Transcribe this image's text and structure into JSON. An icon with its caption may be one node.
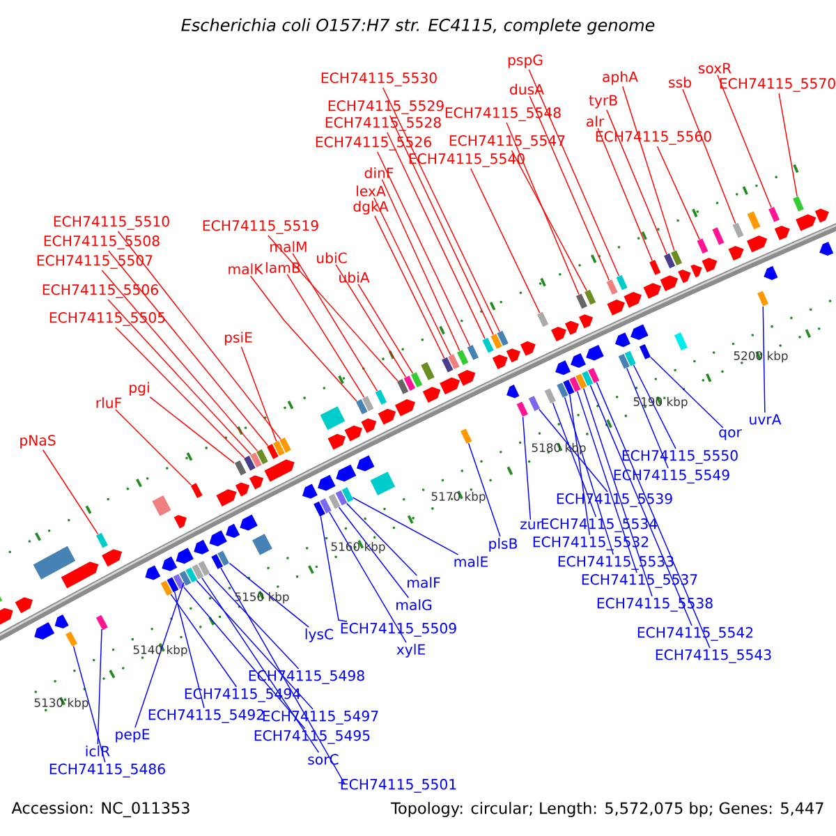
{
  "diagram": {
    "title": "Escherichia coli O157:H7 str. EC4115, complete genome",
    "nodes": [
      {
        "text": [
          "pspG"
        ]
      },
      {
        "text": [
          "soxR"
        ]
      },
      {
        "text": [
          "aphA"
        ]
      },
      {
        "text": [
          "ECH74115_5530"
        ]
      },
      {
        "text": [
          "ssb"
        ]
      },
      {
        "text": [
          "ECH74115_5570"
        ]
      },
      {
        "text": [
          "dusA"
        ]
      },
      {
        "text": [
          "tyrB"
        ]
      },
      {
        "text": [
          "ECH74115_5529"
        ]
      },
      {
        "text": [
          "ECH74115_5548"
        ]
      },
      {
        "text": [
          "alr"
        ]
      },
      {
        "text": [
          "ECH74115_5528"
        ]
      },
      {
        "text": [
          "ECH74115_5560"
        ]
      },
      {
        "text": [
          "ECH74115_5547"
        ]
      },
      {
        "text": [
          "ECH74115_5526"
        ]
      },
      {
        "text": [
          "ECH74115_5540"
        ]
      },
      {
        "text": [
          "dinF"
        ]
      },
      {
        "text": [
          "lexA"
        ]
      },
      {
        "text": [
          "dgkA"
        ]
      },
      {
        "text": [
          "ECH74115_5510"
        ]
      },
      {
        "text": [
          "ECH74115_5519"
        ]
      },
      {
        "text": [
          "ECH74115_5508"
        ]
      },
      {
        "text": [
          "malM"
        ]
      },
      {
        "text": [
          "ubiC"
        ]
      },
      {
        "text": [
          "ECH74115_5507"
        ]
      },
      {
        "text": [
          "malK"
        ]
      },
      {
        "text": [
          "lamB"
        ]
      },
      {
        "text": [
          "ubiA"
        ]
      },
      {
        "text": [
          "ECH74115_5506"
        ]
      },
      {
        "text": [
          "ECH74115_5505"
        ]
      },
      {
        "text": [
          "psiE"
        ]
      },
      {
        "text": [
          "pgi"
        ]
      },
      {
        "text": [
          "rluF"
        ]
      },
      {
        "text": [
          "pNaS"
        ]
      },
      {
        "text": [
          "uvrA"
        ]
      },
      {
        "text": [
          "qor"
        ]
      },
      {
        "text": [
          "ECH74115_5550"
        ]
      },
      {
        "text": [
          "ECH74115_5549"
        ]
      },
      {
        "text": [
          "ECH74115_5539"
        ]
      },
      {
        "text": [
          "zur"
        ]
      },
      {
        "text": [
          "ECH74115_5534"
        ]
      },
      {
        "text": [
          "plsB"
        ]
      },
      {
        "text": [
          "ECH74115_5532"
        ]
      },
      {
        "text": [
          "malE"
        ]
      },
      {
        "text": [
          "ECH74115_5533"
        ]
      },
      {
        "text": [
          "malF"
        ]
      },
      {
        "text": [
          "ECH74115_5537"
        ]
      },
      {
        "text": [
          "malG"
        ]
      },
      {
        "text": [
          "ECH74115_5538"
        ]
      },
      {
        "text": [
          "ECH74115_5509"
        ]
      },
      {
        "text": [
          "ECH74115_5542"
        ]
      },
      {
        "text": [
          "lysC"
        ]
      },
      {
        "text": [
          "xylE"
        ]
      },
      {
        "text": [
          "ECH74115_5543"
        ]
      },
      {
        "text": [
          "ECH74115_5498"
        ]
      },
      {
        "text": [
          "ECH74115_5494"
        ]
      },
      {
        "text": [
          "ECH74115_5492"
        ]
      },
      {
        "text": [
          "ECH74115_5497"
        ]
      },
      {
        "text": [
          "pepE"
        ]
      },
      {
        "text": [
          "ECH74115_5495"
        ]
      },
      {
        "text": [
          "iclR"
        ]
      },
      {
        "text": [
          "sorC"
        ]
      },
      {
        "text": [
          "ECH74115_5486"
        ]
      },
      {
        "text": [
          "ECH74115_5501"
        ]
      },
      {
        "text": [],
        "shape": "box"
      },
      {
        "text": [],
        "shape": "box"
      },
      {
        "text": [],
        "shape": "box"
      },
      {
        "text": [],
        "shape": "box"
      },
      {
        "text": [],
        "shape": "box"
      },
      {
        "text": [],
        "shape": "box"
      },
      {
        "text": [],
        "shape": "box"
      },
      {
        "text": [],
        "shape": "box"
      },
      {
        "text": [],
        "shape": "box"
      },
      {
        "text": [],
        "shape": "box"
      },
      {
        "text": [],
        "shape": "box"
      },
      {
        "text": [],
        "shape": "box"
      },
      {
        "text": [],
        "shape": "box"
      },
      {
        "text": [],
        "shape": "box"
      },
      {
        "text": [],
        "shape": "box"
      },
      {
        "text": [],
        "shape": "box"
      },
      {
        "text": [],
        "shape": "box"
      },
      {
        "text": [],
        "shape": "box"
      },
      {
        "text": [],
        "shape": "box"
      },
      {
        "text": [],
        "shape": "box"
      },
      {
        "text": [],
        "shape": "box"
      },
      {
        "text": [],
        "shape": "box"
      },
      {
        "text": [],
        "shape": "box"
      },
      {
        "text": [],
        "shape": "box"
      },
      {
        "text": [],
        "shape": "box"
      },
      {
        "text": [],
        "shape": "box"
      },
      {
        "text": [],
        "shape": "box"
      },
      {
        "text": [],
        "shape": "box"
      },
      {
        "text": [],
        "shape": "box"
      },
      {
        "text": [],
        "shape": "box"
      },
      {
        "text": [],
        "shape": "box"
      },
      {
        "text": [],
        "shape": "box"
      },
      {
        "text": [],
        "shape": "box"
      },
      {
        "text": [],
        "shape": "box"
      },
      {
        "text": [],
        "shape": "box"
      },
      {
        "text": [],
        "shape": "box"
      },
      {
        "text": [],
        "shape": "box"
      },
      {
        "text": [],
        "shape": "box"
      },
      {
        "text": [],
        "shape": "box"
      },
      {
        "text": [],
        "shape": "box"
      },
      {
        "text": [],
        "shape": "box"
      },
      {
        "text": [],
        "shape": "box"
      },
      {
        "text": [],
        "shape": "box"
      },
      {
        "text": [],
        "shape": "box"
      },
      {
        "text": [],
        "shape": "box"
      },
      {
        "text": [],
        "shape": "box"
      },
      {
        "text": [],
        "shape": "box"
      },
      {
        "text": [],
        "shape": "box"
      },
      {
        "text": [],
        "shape": "box"
      },
      {
        "text": [],
        "shape": "box"
      },
      {
        "text": [],
        "shape": "box"
      },
      {
        "text": [],
        "shape": "box"
      },
      {
        "text": [],
        "shape": "box"
      },
      {
        "text": [],
        "shape": "box"
      },
      {
        "text": [],
        "shape": "box"
      },
      {
        "text": [],
        "shape": "box"
      },
      {
        "text": [],
        "shape": "box"
      },
      {
        "text": [],
        "shape": "box"
      },
      {
        "text": [],
        "shape": "box"
      },
      {
        "text": [],
        "shape": "box"
      },
      {
        "text": [],
        "shape": "box"
      },
      {
        "text": [],
        "shape": "box"
      },
      {
        "text": [],
        "shape": "box"
      },
      {
        "text": [],
        "shape": "box"
      },
      {
        "text": [],
        "shape": "arrow"
      },
      {
        "text": [],
        "shape": "arrow"
      },
      {
        "text": [],
        "shape": "arrow"
      },
      {
        "text": [],
        "shape": "arrow"
      },
      {
        "text": [],
        "shape": "arrow"
      },
      {
        "text": [],
        "shape": "arrow"
      },
      {
        "text": [],
        "shape": "arrow"
      },
      {
        "text": [],
        "shape": "arrow"
      },
      {
        "text": [],
        "shape": "arrow"
      },
      {
        "text": [],
        "shape": "arrow"
      },
      {
        "text": [],
        "shape": "arrow"
      },
      {
        "text": [],
        "shape": "arrow"
      },
      {
        "text": [],
        "shape": "arrow"
      },
      {
        "text": [],
        "shape": "arrow"
      },
      {
        "text": [],
        "shape": "arrow"
      },
      {
        "text": [],
        "shape": "arrow"
      },
      {
        "text": [],
        "shape": "arrow"
      },
      {
        "text": [],
        "shape": "arrow"
      },
      {
        "text": [],
        "shape": "arrow"
      },
      {
        "text": [],
        "shape": "arrow"
      },
      {
        "text": [],
        "shape": "arrow"
      },
      {
        "text": [],
        "shape": "arrow"
      },
      {
        "text": [],
        "shape": "arrow"
      },
      {
        "text": [],
        "shape": "arrow"
      },
      {
        "text": [],
        "shape": "arrow"
      },
      {
        "text": [],
        "shape": "arrow"
      },
      {
        "text": [],
        "shape": "arrow"
      },
      {
        "text": [],
        "shape": "arrow"
      },
      {
        "text": [],
        "shape": "arrow"
      },
      {
        "text": [],
        "shape": "arrow"
      },
      {
        "text": [],
        "shape": "arrow"
      },
      {
        "text": [],
        "shape": "arrow"
      },
      {
        "text": [],
        "shape": "arrow"
      },
      {
        "text": [],
        "shape": "arrow"
      },
      {
        "text": [],
        "shape": "arrow"
      },
      {
        "text": [],
        "shape": "arrow"
      },
      {
        "text": [],
        "shape": "arrow"
      },
      {
        "text": [],
        "shape": "arrow"
      },
      {
        "text": [],
        "shape": "arrow"
      },
      {
        "text": [],
        "shape": "arrow"
      },
      {
        "text": [],
        "shape": "arrow"
      },
      {
        "text": [],
        "shape": "arrow"
      },
      {
        "text": [],
        "shape": "arrow"
      },
      {
        "text": [],
        "shape": "arrow"
      },
      {
        "text": [],
        "shape": "arrow"
      },
      {
        "text": [],
        "shape": "arrow"
      },
      {
        "text": [],
        "shape": "arrow"
      },
      {
        "text": [],
        "shape": "arrow"
      },
      {
        "text": [],
        "shape": "arrow"
      },
      {
        "text": [],
        "shape": "arrow"
      },
      {
        "text": [],
        "shape": "arrow"
      },
      {
        "text": [],
        "shape": "arrow"
      },
      {
        "text": [],
        "shape": "arrow"
      },
      {
        "text": [],
        "shape": "arrow"
      },
      {
        "text": [],
        "shape": "arrow"
      },
      {
        "text": [],
        "shape": "arrow"
      }
    ],
    "edges": [
      {
        "from": 0,
        "to": 64,
        "arrow": "none"
      },
      {
        "from": 1,
        "to": 65,
        "arrow": "none"
      },
      {
        "from": 2,
        "to": 66,
        "arrow": "none"
      },
      {
        "from": 3,
        "to": 67,
        "arrow": "none"
      },
      {
        "from": 4,
        "to": 68,
        "arrow": "none"
      },
      {
        "from": 5,
        "to": 69,
        "arrow": "none"
      },
      {
        "from": 6,
        "to": 70,
        "arrow": "none"
      },
      {
        "from": 7,
        "to": 71,
        "arrow": "none"
      },
      {
        "from": 8,
        "to": 72,
        "arrow": "none"
      },
      {
        "from": 9,
        "to": 73,
        "arrow": "none"
      },
      {
        "from": 10,
        "to": 74,
        "arrow": "none"
      },
      {
        "from": 11,
        "to": 75,
        "arrow": "none"
      },
      {
        "from": 12,
        "to": 76,
        "arrow": "none"
      },
      {
        "from": 13,
        "to": 77,
        "arrow": "none"
      },
      {
        "from": 14,
        "to": 78,
        "arrow": "none"
      },
      {
        "from": 15,
        "to": 79,
        "arrow": "none"
      },
      {
        "from": 16,
        "to": 80,
        "arrow": "none"
      },
      {
        "from": 17,
        "to": 81,
        "arrow": "none"
      },
      {
        "from": 18,
        "to": 82,
        "arrow": "none"
      },
      {
        "from": 19,
        "to": 83,
        "arrow": "none"
      },
      {
        "from": 20,
        "to": 84,
        "arrow": "none"
      },
      {
        "from": 21,
        "to": 85,
        "arrow": "none"
      },
      {
        "from": 22,
        "to": 86,
        "arrow": "none"
      },
      {
        "from": 23,
        "to": 87,
        "arrow": "none"
      },
      {
        "from": 24,
        "to": 88,
        "arrow": "none"
      },
      {
        "from": 25,
        "to": 89,
        "arrow": "none"
      },
      {
        "from": 26,
        "to": 90,
        "arrow": "none"
      },
      {
        "from": 27,
        "to": 91,
        "arrow": "none"
      },
      {
        "from": 28,
        "to": 92,
        "arrow": "none"
      },
      {
        "from": 29,
        "to": 93,
        "arrow": "none"
      },
      {
        "from": 30,
        "to": 94,
        "arrow": "none"
      },
      {
        "from": 31,
        "to": 95,
        "arrow": "none"
      },
      {
        "from": 32,
        "to": 96,
        "arrow": "none"
      },
      {
        "from": 33,
        "to": 97,
        "arrow": "none"
      },
      {
        "from": 34,
        "to": 98,
        "arrow": "none",
        "color": "#0000ff"
      },
      {
        "from": 35,
        "to": 99,
        "arrow": "none",
        "color": "#0000ff"
      },
      {
        "from": 36,
        "to": 100,
        "arrow": "none",
        "color": "#0000ff"
      },
      {
        "from": 37,
        "to": 101,
        "arrow": "none",
        "color": "#0000ff"
      },
      {
        "from": 38,
        "to": 102,
        "arrow": "none",
        "color": "#0000ff"
      },
      {
        "from": 39,
        "to": 103,
        "arrow": "none",
        "color": "#0000ff"
      },
      {
        "from": 40,
        "to": 104,
        "arrow": "none",
        "color": "#0000ff"
      },
      {
        "from": 41,
        "to": 105,
        "arrow": "none",
        "color": "#0000ff"
      },
      {
        "from": 42,
        "to": 106,
        "arrow": "none",
        "color": "#0000ff"
      },
      {
        "from": 43,
        "to": 107,
        "arrow": "none",
        "color": "#0000ff"
      },
      {
        "from": 44,
        "to": 108,
        "arrow": "none",
        "color": "#0000ff"
      },
      {
        "from": 45,
        "to": 109,
        "arrow": "none",
        "color": "#0000ff"
      },
      {
        "from": 46,
        "to": 110,
        "arrow": "none",
        "color": "#0000ff"
      },
      {
        "from": 47,
        "to": 111,
        "arrow": "none",
        "color": "#0000ff"
      },
      {
        "from": 48,
        "to": 112,
        "arrow": "none",
        "color": "#0000ff"
      },
      {
        "from": 49,
        "to": 113,
        "arrow": "none",
        "color": "#0000ff"
      },
      {
        "from": 50,
        "to": 114,
        "arrow": "none",
        "color": "#0000ff"
      },
      {
        "from": 51,
        "to": 115,
        "arrow": "none",
        "color": "#0000ff"
      },
      {
        "from": 52,
        "to": 116,
        "arrow": "none",
        "color": "#0000ff"
      },
      {
        "from": 53,
        "to": 117,
        "arrow": "none",
        "color": "#0000ff"
      },
      {
        "from": 54,
        "to": 118,
        "arrow": "none",
        "color": "#0000ff"
      },
      {
        "from": 55,
        "to": 119,
        "arrow": "none",
        "color": "#0000ff"
      },
      {
        "from": 56,
        "to": 120,
        "arrow": "none",
        "color": "#0000ff"
      },
      {
        "from": 57,
        "to": 121,
        "arrow": "none",
        "color": "#0000ff"
      },
      {
        "from": 58,
        "to": 122,
        "arrow": "none",
        "color": "#0000ff"
      },
      {
        "from": 59,
        "to": 123,
        "arrow": "none",
        "color": "#0000ff"
      },
      {
        "from": 60,
        "to": 124,
        "arrow": "none",
        "color": "#0000ff"
      },
      {
        "from": 61,
        "to": 125,
        "arrow": "none",
        "color": "#0000ff"
      },
      {
        "from": 62,
        "to": 126,
        "arrow": "none",
        "color": "#0000ff"
      },
      {
        "from": 63,
        "to": 127,
        "arrow": "none",
        "color": "#0000ff"
      }
    ],
    "labels": [
      "5200 kbp",
      "5190 kbp",
      "5180 kbp",
      "5170 kbp",
      "5160 kbp",
      "5150 kbp",
      "5140 kbp",
      "5130 kbp",
      "Accession: NC_011353",
      "Topology: circular; Length: 5,572,075 bp; Genes: 5,447"
    ]
  }
}
